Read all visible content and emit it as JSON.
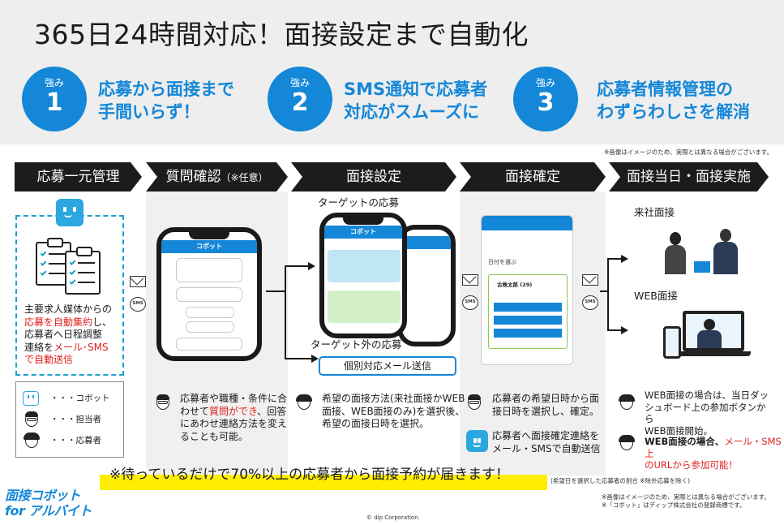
{
  "header": {
    "title": "365日24時間対応！面接設定まで自動化"
  },
  "strengths": [
    {
      "label": "強み",
      "number": "1",
      "line1": "応募から面接まで",
      "line2": "手間いらず！"
    },
    {
      "label": "強み",
      "number": "2",
      "line1": "SMS通知で応募者",
      "line2": "対応がスムーズに"
    },
    {
      "label": "強み",
      "number": "3",
      "line1": "応募者情報管理の",
      "line2": "わずらわしさを解消"
    }
  ],
  "notes": {
    "top": "※画像はイメージのため、実際とは異なる場合がございます。",
    "bottom1": "※画像はイメージのため、実際とは異なる場合がございます。",
    "bottom2": "※「コボット」はディップ株式会社の登録商標です。",
    "ratio": "(希望日を選択した応募者の割合 ※除外応募を除く)",
    "copyright": "© dip Corporation."
  },
  "steps": [
    {
      "label": "応募一元管理",
      "sub": ""
    },
    {
      "label": "質問確認",
      "sub": "（※任意）"
    },
    {
      "label": "面接設定",
      "sub": ""
    },
    {
      "label": "面接確定",
      "sub": ""
    },
    {
      "label": "面接当日・面接実施",
      "sub": ""
    }
  ],
  "col1": {
    "line1": "主要求人媒体からの",
    "line2_red": "応募を自動集約",
    "line2_rest": "し、",
    "line3": "応募者へ日程調整",
    "line4_pre": "連絡を",
    "line4_red": "メール･SMS",
    "line5_red": "で自動送信"
  },
  "legend": [
    {
      "icon": "robot",
      "text": "・・・コボット"
    },
    {
      "icon": "staff",
      "text": "・・・担当者"
    },
    {
      "icon": "applicant",
      "text": "・・・応募者"
    }
  ],
  "col2": {
    "line1": "応募者や職種・条件に合",
    "line2": "わせて",
    "line2_red": "質問ができ",
    "line2_rest": "、回答",
    "line3": "にあわせ連絡方法を変え",
    "line4": "ることも可能。",
    "phone_brand": "コボット"
  },
  "col3": {
    "target": "ターゲットの応募",
    "non_target": "ターゲット外の応募",
    "mail_button": "個別対応メール送信",
    "line1": "希望の面接方法(来社面接かWEB",
    "line2": "面接、WEB面接のみ)を選択後、",
    "line3": "希望の面接日時を選択。",
    "phone_brand": "コボット"
  },
  "col4": {
    "line1": "応募者の希望日時から面",
    "line2": "接日時を選択し、確定。",
    "line3": "応募者へ面接確定連絡を",
    "line4": "メール・SMSで自動送信",
    "screen_title": "日付を選ぶ",
    "applicant_name": "古株太郎 (29)"
  },
  "col5": {
    "visit_label": "来社面接",
    "web_label": "WEB面接",
    "line1": "WEB面接の場合は、当日ダッ",
    "line2": "シュボード上の参加ボタンか",
    "line3": "ら",
    "line4": "WEB面接開始。",
    "line5_pre": "WEB面接の場合、",
    "line5_red": "メール・SMS上",
    "line6_red": "のURLから参加可能！"
  },
  "bottom": {
    "highlight": "※待っているだけで70%以上の応募者から面接予約が届きます！",
    "logo_line1": "面接コボット",
    "logo_line2": "for アルバイト"
  },
  "colors": {
    "accent": "#1487d8",
    "red": "#e0211f",
    "highlight": "#ffee00"
  }
}
